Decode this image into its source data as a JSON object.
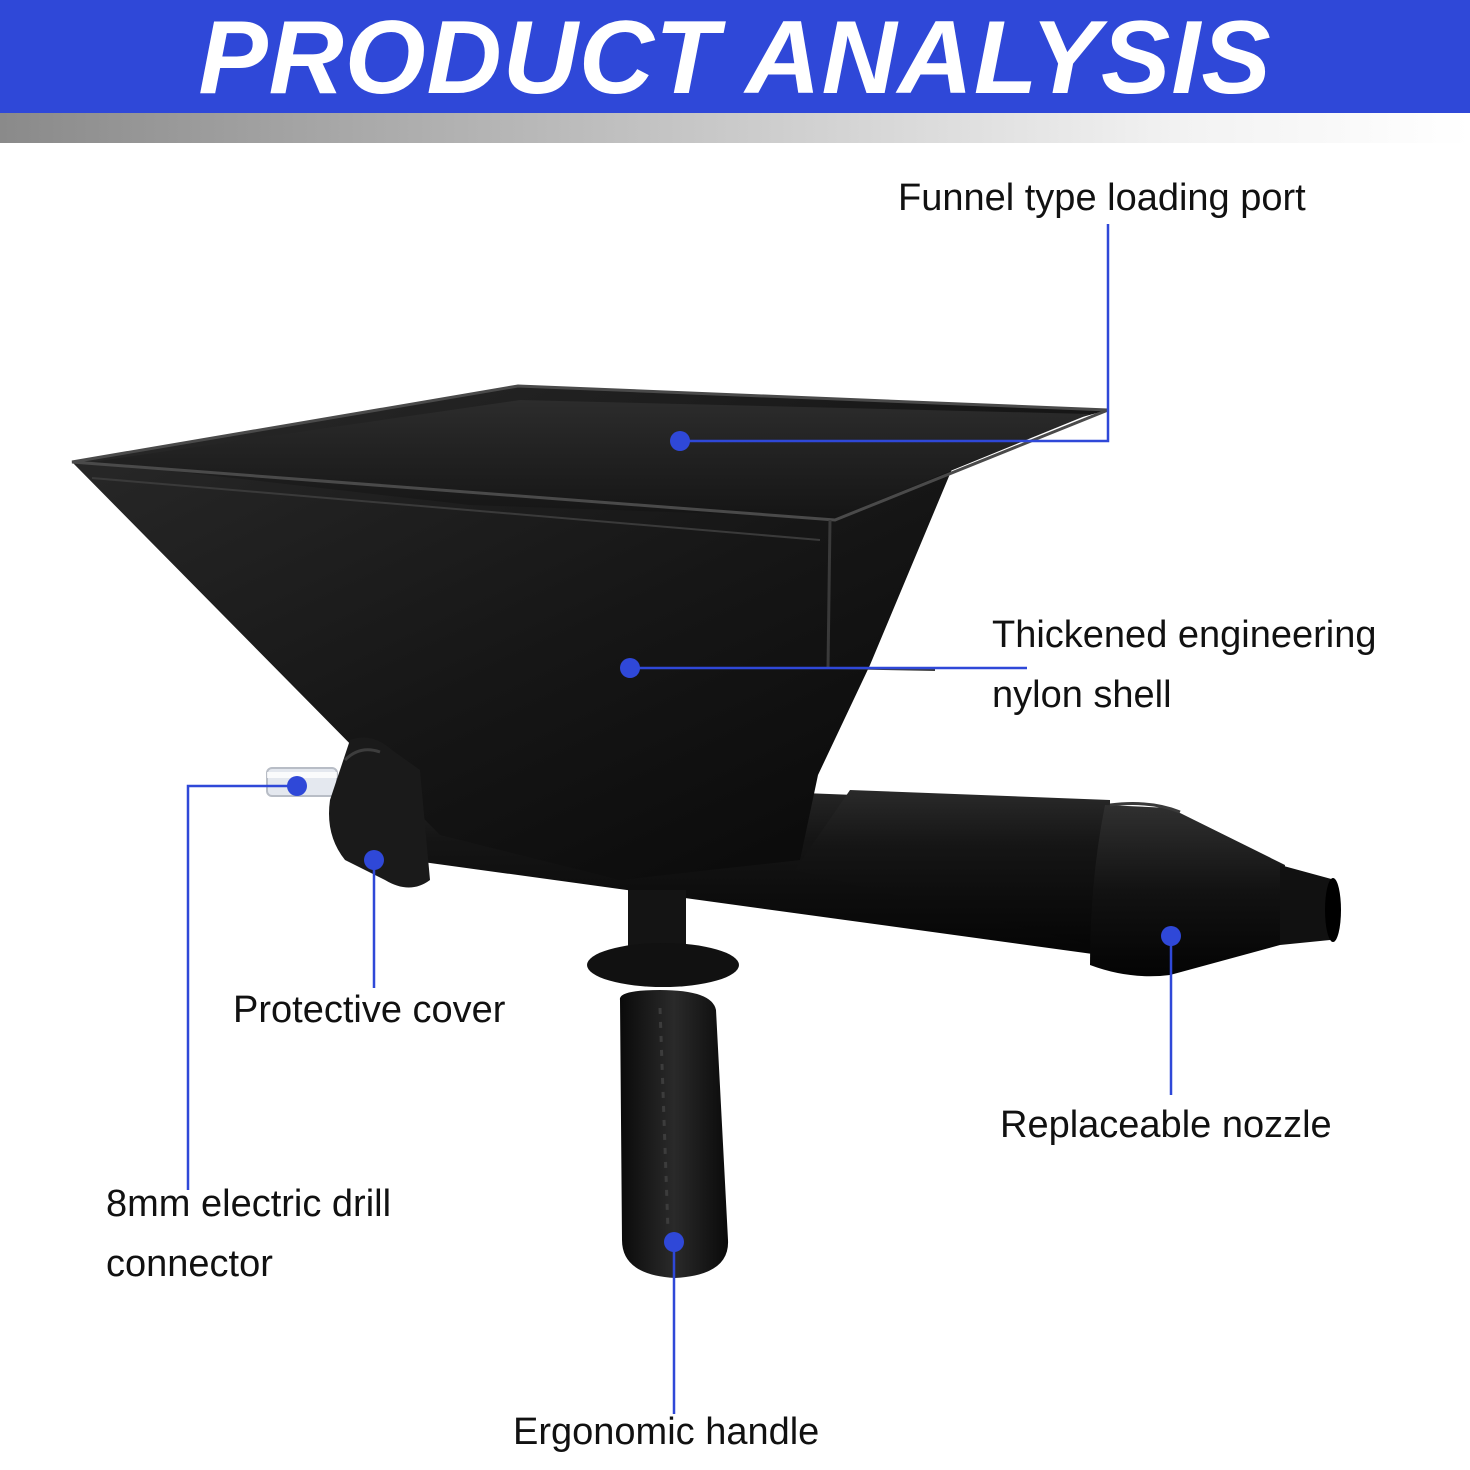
{
  "header": {
    "title": "PRODUCT ANALYSIS",
    "bar_color": "#2f48d8"
  },
  "callouts": {
    "funnel": "Funnel type loading port",
    "shell_line1": "Thickened engineering",
    "shell_line2": "nylon shell",
    "cover": "Protective cover",
    "nozzle": "Replaceable nozzle",
    "drill_line1": "8mm electric drill",
    "drill_line2": "connector",
    "handle": "Ergonomic handle"
  },
  "style": {
    "callout_color": "#2f48d8",
    "product_color": "#111111"
  }
}
